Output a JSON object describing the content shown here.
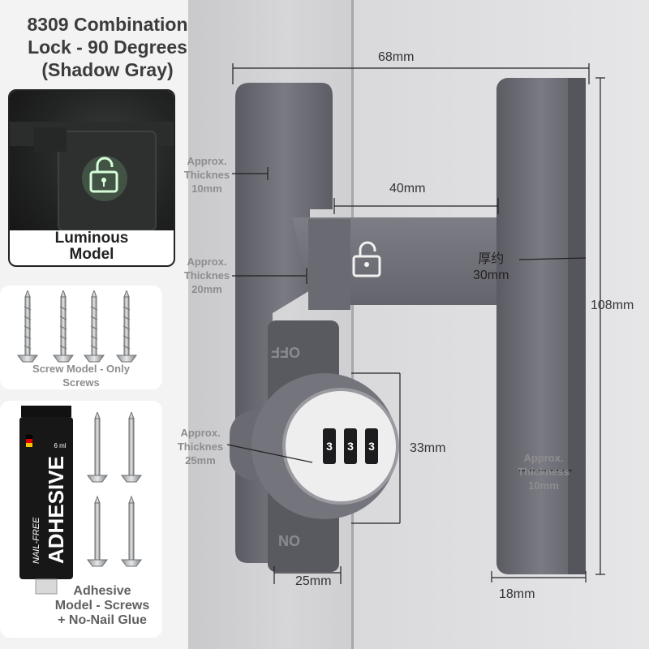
{
  "title": {
    "line1": "8309 Combination",
    "line2": "Lock - 90 Degrees",
    "line3": "(Shadow Gray)"
  },
  "luminous": {
    "line1": "Luminous",
    "line2": "Model"
  },
  "screw_model": {
    "line1": "Screw Model - Only",
    "line2": "Screws"
  },
  "adhesive_model": {
    "line1": "Adhesive",
    "line2": "Model - Screws",
    "line3": "+ No-Nail Glue"
  },
  "tube": {
    "brand_word": "ADHESIVE",
    "sub_word": "NAIL-FREE",
    "volume": "6 ml"
  },
  "lock": {
    "dial_digits": [
      "3",
      "3",
      "3"
    ],
    "plate_top": "OFF",
    "plate_bottom": "ON"
  },
  "dimensions": {
    "width_total": "68mm",
    "gap": "40mm",
    "height": "108mm",
    "dial_height": "33mm",
    "bottom_width": "25mm",
    "handle_width": "18mm",
    "thickness_cn": "厚约",
    "thickness_cn_value": "30mm"
  },
  "thickness_notes": [
    {
      "line1": "Approx.",
      "line2": "Thicknes",
      "line3": "10mm"
    },
    {
      "line1": "Approx.",
      "line2": "Thicknes",
      "line3": "20mm"
    },
    {
      "line1": "Approx.",
      "line2": "Thicknes",
      "line3": "25mm"
    },
    {
      "line1": "Approx.",
      "line2": "Thickness",
      "line3": "10mm"
    }
  ],
  "colors": {
    "lock_body": "#6f6f77",
    "lock_dark": "#55555c",
    "glow": "#bdf5c4",
    "tube": "#171717"
  }
}
